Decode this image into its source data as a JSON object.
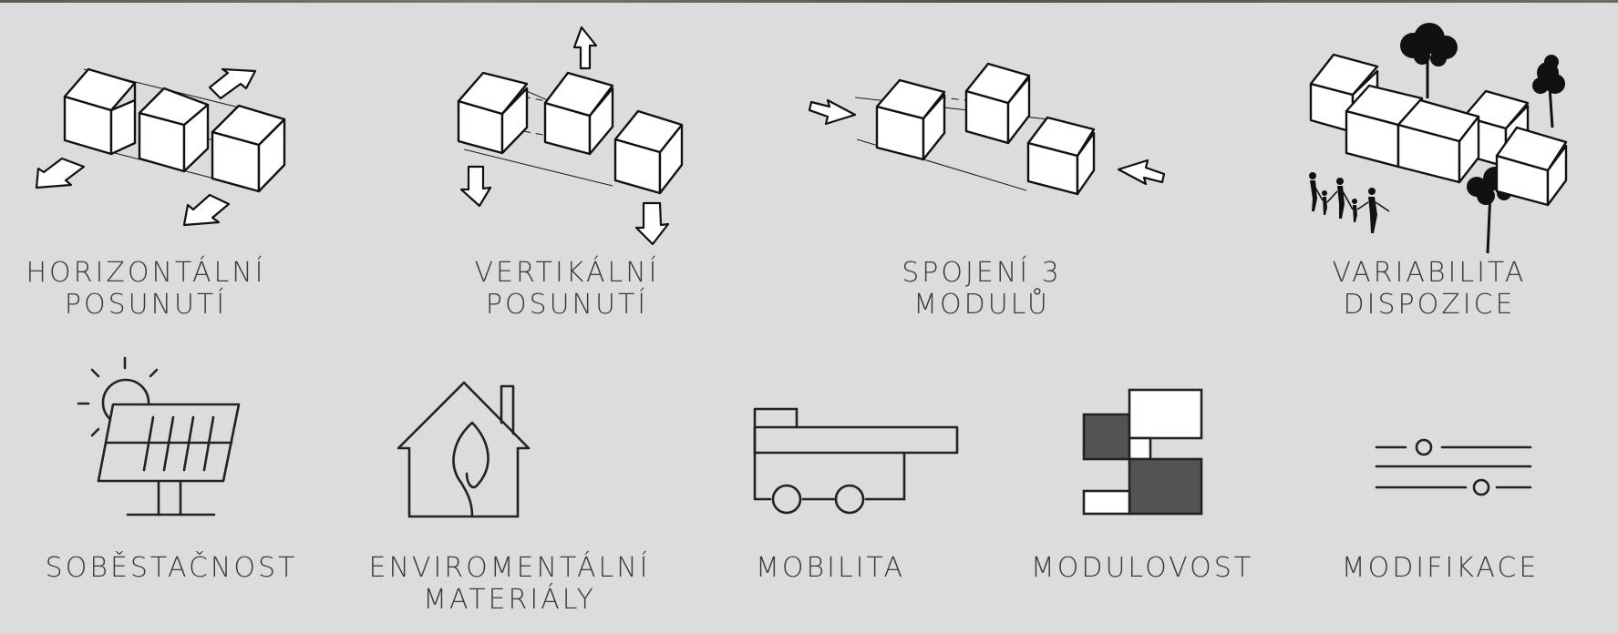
{
  "top_row": [
    {
      "id": "horizontal",
      "lines": [
        "HORIZONTÁLNÍ",
        "POSUNUTÍ"
      ],
      "icon": "horizontal-shift-cubes-icon"
    },
    {
      "id": "vertical",
      "lines": [
        "VERTIKÁLNÍ",
        "POSUNUTÍ"
      ],
      "icon": "vertical-shift-cubes-icon"
    },
    {
      "id": "join",
      "lines": [
        "SPOJENÍ  3",
        "MODULŮ"
      ],
      "icon": "join-three-modules-icon"
    },
    {
      "id": "variability",
      "lines": [
        "VARIABILITA",
        "DISPOZICE"
      ],
      "icon": "layout-variability-icon"
    }
  ],
  "bottom_row": [
    {
      "id": "selfsufficiency",
      "lines": [
        "SOBĚSTAČNOST"
      ],
      "icon": "solar-panel-icon"
    },
    {
      "id": "materials",
      "lines": [
        "ENVIROMENTÁLNÍ",
        "MATERIÁLY"
      ],
      "icon": "eco-house-leaf-icon"
    },
    {
      "id": "mobility",
      "lines": [
        "MOBILITA"
      ],
      "icon": "truck-icon"
    },
    {
      "id": "modularity",
      "lines": [
        "MODULOVOST"
      ],
      "icon": "modules-blocks-icon"
    },
    {
      "id": "modification",
      "lines": [
        "MODIFIKACE"
      ],
      "icon": "sliders-icon"
    }
  ],
  "colors": {
    "background": "#dcdcdc",
    "text": "#3a3a3a",
    "dark_block": "#535353"
  }
}
